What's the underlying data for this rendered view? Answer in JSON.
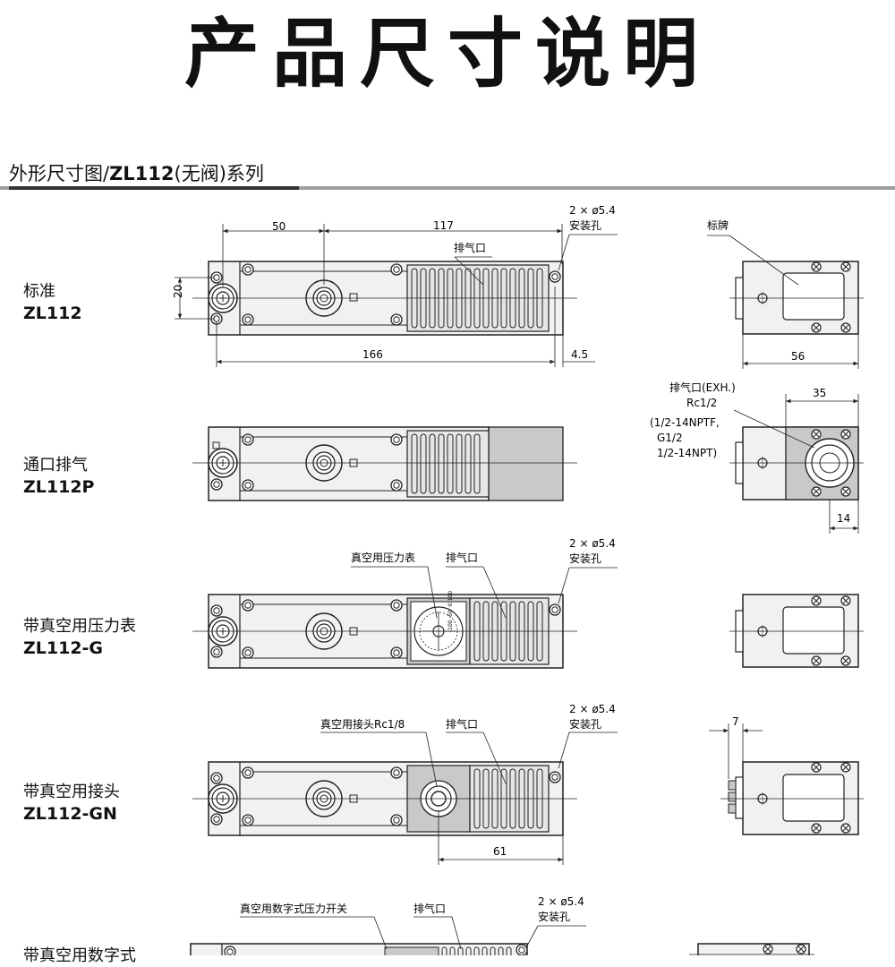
{
  "page": {
    "title": "产品尺寸说明"
  },
  "section": {
    "title_prefix": "外形尺寸图/",
    "title_model": "ZL112",
    "title_suffix": "(无阀)系列"
  },
  "rows": [
    {
      "name_cn": "标准",
      "model": "ZL112"
    },
    {
      "name_cn": "通口排气",
      "model": "ZL112P"
    },
    {
      "name_cn": "带真空用压力表",
      "model": "ZL112-G"
    },
    {
      "name_cn": "带真空用接头",
      "model": "ZL112-GN"
    },
    {
      "name_cn": "带真空用数字式",
      "model": ""
    }
  ],
  "annotations": {
    "dim_50": "50",
    "dim_117": "117",
    "dim_20": "20",
    "dim_166": "166",
    "dim_4_5": "4.5",
    "dim_56": "56",
    "dim_35": "35",
    "dim_14": "14",
    "dim_7": "7",
    "dim_61": "61",
    "mount_hole_qty": "2 × ø5.4",
    "mount_hole_label": "安装孔",
    "exhaust_port": "排气口",
    "nameplate": "标牌",
    "exh_port_title": "排气口(EXH.)",
    "exh_rc": "Rc1/2",
    "exh_alt1": "(1/2-14NPTF,",
    "exh_alt2": "G1/2",
    "exh_alt3": "1/2-14NPT)",
    "vacuum_gauge": "真空用压力表",
    "vacuum_fitting": "真空用接头Rc1/8",
    "digital_switch": "真空用数字式压力开关",
    "gauge_scale": "-100 ·50 ·0 100"
  },
  "colors": {
    "body_fill": "#f1f1f1",
    "panel_fill": "#c9c9c9",
    "line": "#222222",
    "rule": "#9e9e9e"
  }
}
